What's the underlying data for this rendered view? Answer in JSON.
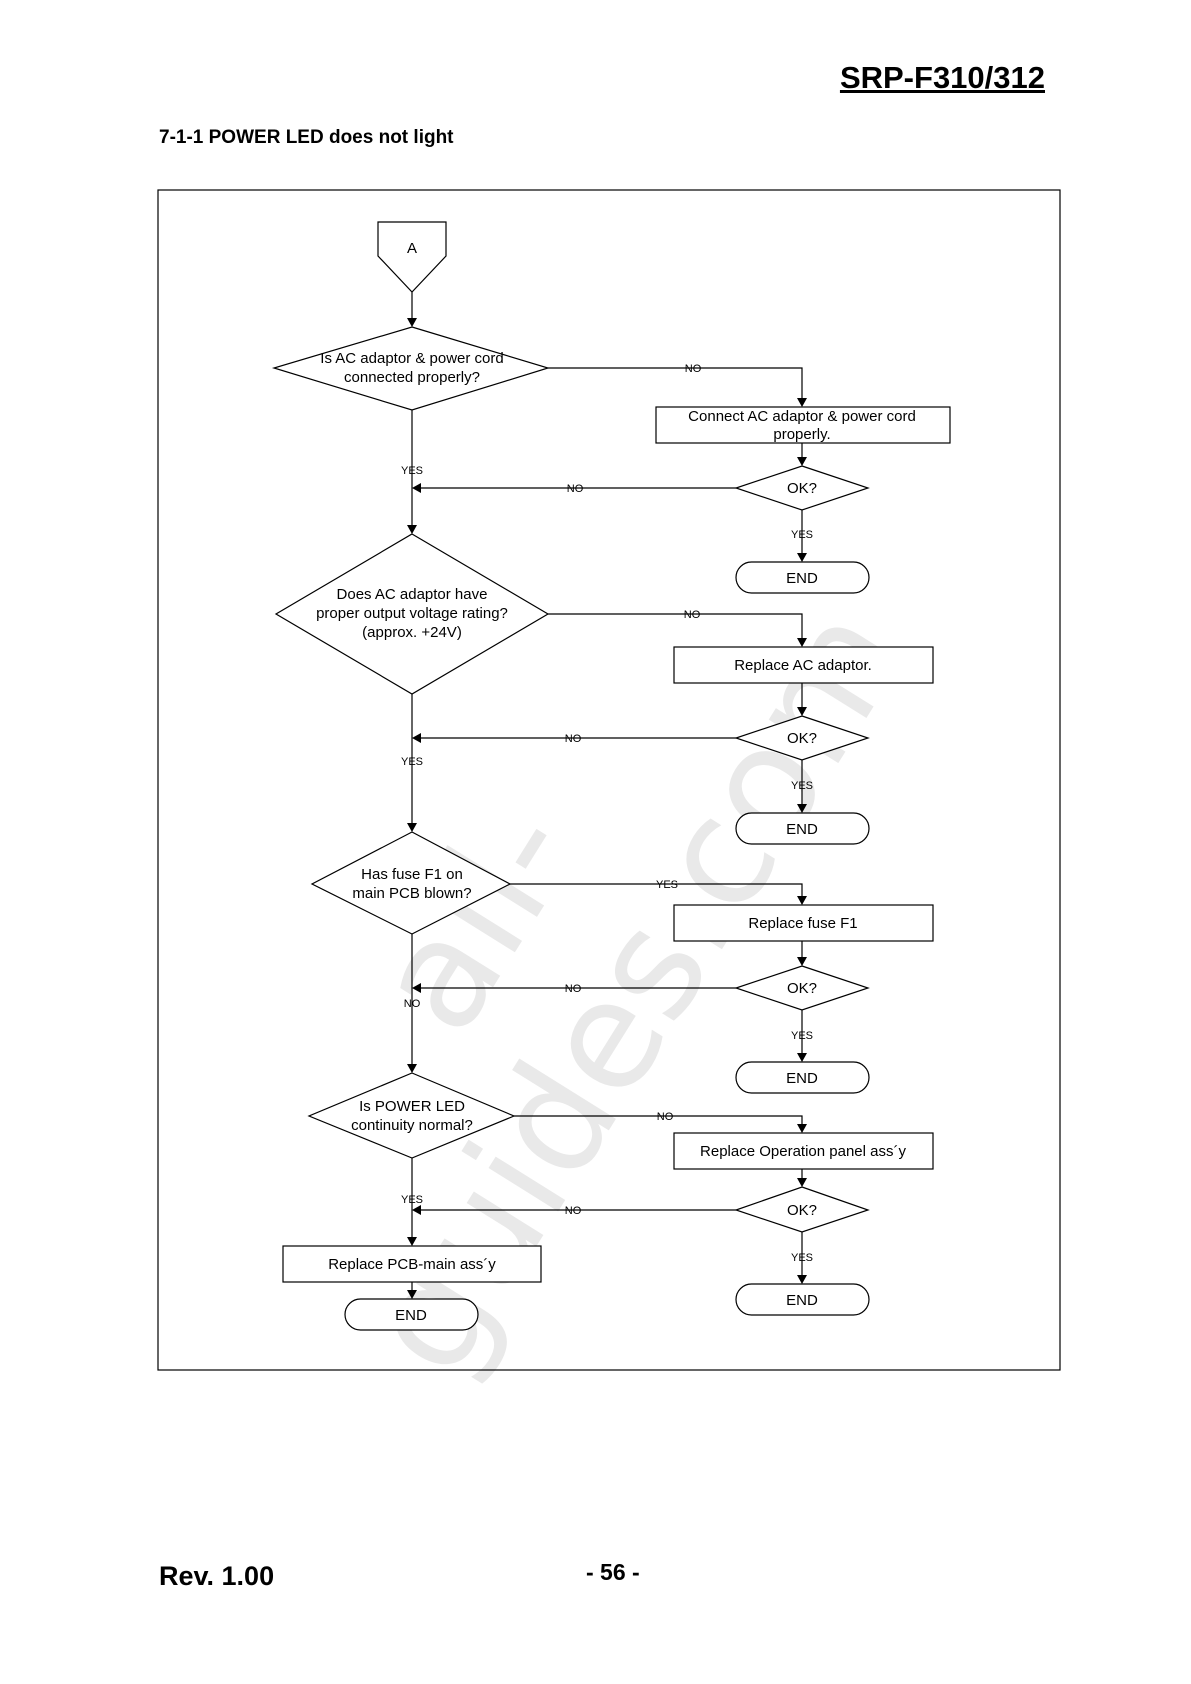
{
  "header": {
    "model": "SRP-F310/312"
  },
  "section_title": "7-1-1 POWER LED does not light",
  "flowchart": {
    "connector": "A",
    "q1": [
      "Is AC adaptor & power cord",
      "connected properly?"
    ],
    "a1": [
      "Connect AC adaptor & power cord",
      "properly."
    ],
    "ok1": "OK?",
    "end1": "END",
    "q2": [
      "Does AC adaptor have",
      "proper output voltage rating?",
      "(approx. +24V)"
    ],
    "a2": "Replace AC adaptor.",
    "ok2": "OK?",
    "end2": "END",
    "q3": [
      "Has fuse F1 on",
      "main PCB blown?"
    ],
    "a3": "Replace fuse F1",
    "ok3": "OK?",
    "end3": "END",
    "q4": [
      "Is POWER LED",
      "continuity normal?"
    ],
    "a4": "Replace Operation panel ass´y",
    "ok4": "OK?",
    "end4": "END",
    "a5": "Replace PCB-main ass´y",
    "end5": "END",
    "labels": {
      "yes": "YES",
      "no": "NO"
    }
  },
  "watermark": "all-guides.com",
  "footer": {
    "revision": "Rev. 1.00",
    "page": "- 56 -"
  }
}
